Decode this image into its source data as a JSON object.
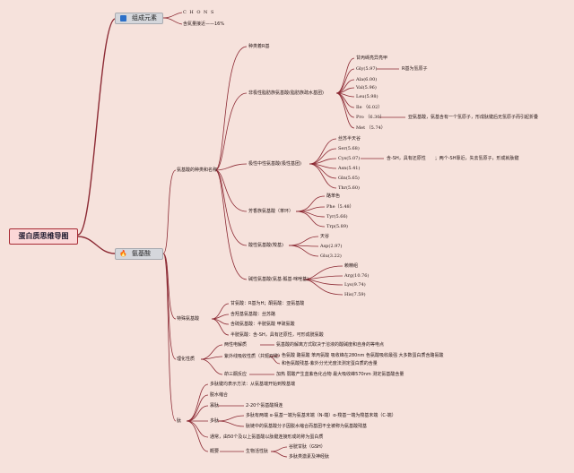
{
  "root": "蛋白质思维导图",
  "composition": {
    "label": "组成元素",
    "elements": "C H O N S",
    "nitrogen": "含氮量接近——16%"
  },
  "amino_acid": {
    "label": "氨基酸",
    "kinds": {
      "label": "氨基酸的种类和名称",
      "count": "种类着R基",
      "nonpolar": {
        "label": "非极性脂肪族氨基酸(脂肪族疏水基团)",
        "items": [
          "甘丙缬亮异亮甲",
          "Gly(5.97)",
          "Ala(6.00)",
          "Val(5.96)",
          "Leu(5.98)",
          "Ile （6.02）",
          "Pro （6.30）",
          "Met （5.74）"
        ],
        "note_gly": "R基为氢原子",
        "note_pro": "亚氨基酸，氨基含有一个氢原子，形成肽键后无氢原子而引起折叠"
      },
      "polar": {
        "label": "极性中性氨基酸(极性基团)",
        "items": [
          "丝苏半天谷",
          "Ser(5.68)",
          "Cys(5.07)",
          "Asn(5.41)",
          "Gln(5.65)",
          "Thr(5.60)"
        ],
        "note_cys": "含-SH，具有还原性　　；两个-SH靠近，失去氢原子，形成就肽键"
      },
      "aromatic": {
        "label": "芳香族氨基酸（苯环）",
        "items": [
          "酪苯色",
          "Phe（5.48）",
          "Tyr(5.66)",
          "Trp(5.89)"
        ]
      },
      "acidic": {
        "label": "酸性氨基酸(羧基)",
        "items": [
          "天谷",
          "Asp(2.97)",
          "Glu(3.22)"
        ]
      },
      "basic": {
        "label": "碱性氨基酸(氨基·胍基·咪唑基)",
        "items": [
          "赖精组",
          "Arg(10.76)",
          "Lys(9.74)",
          "His(7.59)"
        ]
      }
    },
    "special": {
      "label": "特殊氨基酸",
      "items": [
        "甘氨酸：R基为H；酮氨酸：亚氨基酸",
        "含羟基氨基酸：丝苏酪",
        "含硫氨基酸：半胱氨酸 甲硫氨酸",
        "半胱氨酸：含-SH，具有还原性，可形成胱氨酸"
      ]
    },
    "physchem": {
      "label": "理化性质",
      "items": [
        "两性电解质",
        "紫外线吸收性质（共轭双键）",
        "茚三酮反应"
      ],
      "notes": [
        "氨基酸的解离方式取决于溶液的酸碱度和自身的等电点",
        "色氨酸 酪氨酸 苯丙氨酸 吸收峰在280nm 色氨酸吸收最强 大多数蛋白质含酪氨酸",
        "和色氨酸残基-紫外分光光度法测定蛋白质的含量",
        "加热 弱酸产生蓝紫色化合物 最大吸收峰570nm 测定氨基酸含量"
      ]
    }
  },
  "peptide": {
    "label": "肽",
    "items": [
      "多肽键均表示方法：从氨基端开始到羧基端",
      "脱水缩合",
      "寡肽",
      "多肽",
      "通常，由50个及以上氨基酸以肽键连接形成的称为蛋白质",
      "概要"
    ],
    "oligo_note": "2-20个氨基酸相连",
    "poly_notes": [
      "多肽有两端 α-氨基一端为氨基末端（N-端）α-羧基一端为羧基末端（C-端）",
      "肽链中的氨基酸分子因脱水缩合而基团不全被称为氨基酸残基"
    ],
    "summary_label": "生物活性肽",
    "summary_items": [
      "谷胱甘肽（GSH）",
      "多肽类激素及神经肽"
    ]
  }
}
